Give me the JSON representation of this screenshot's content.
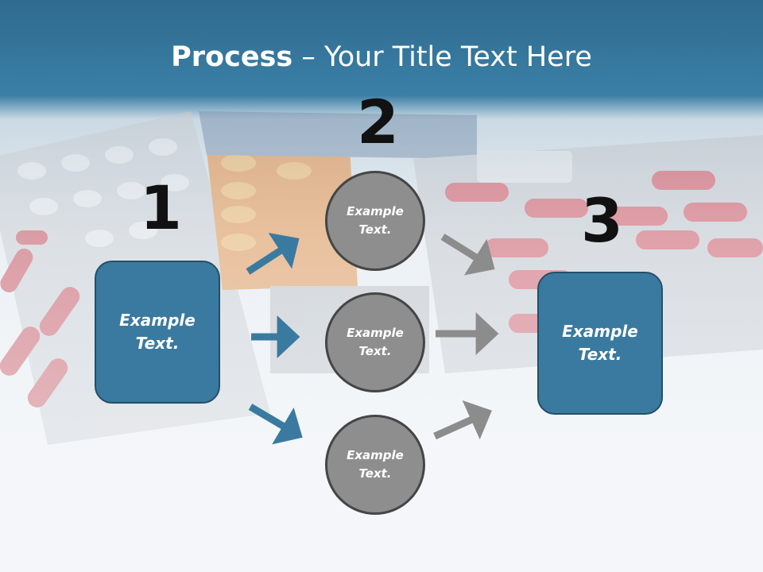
{
  "slide": {
    "title_bold": "Process",
    "title_rest": " – Your Title Text Here"
  },
  "steps": [
    {
      "number": "1",
      "label": "Example\nText."
    },
    {
      "number": "2",
      "labels": [
        "Example\nText.",
        "Example\nText.",
        "Example\nText."
      ]
    },
    {
      "number": "3",
      "label": "Example\nText."
    }
  ],
  "colors": {
    "box_fill": "#3a7aa0",
    "circle_fill": "#8e8e8e",
    "arrow_blue": "#3a7aa0",
    "arrow_gray": "#8c8c8c"
  }
}
